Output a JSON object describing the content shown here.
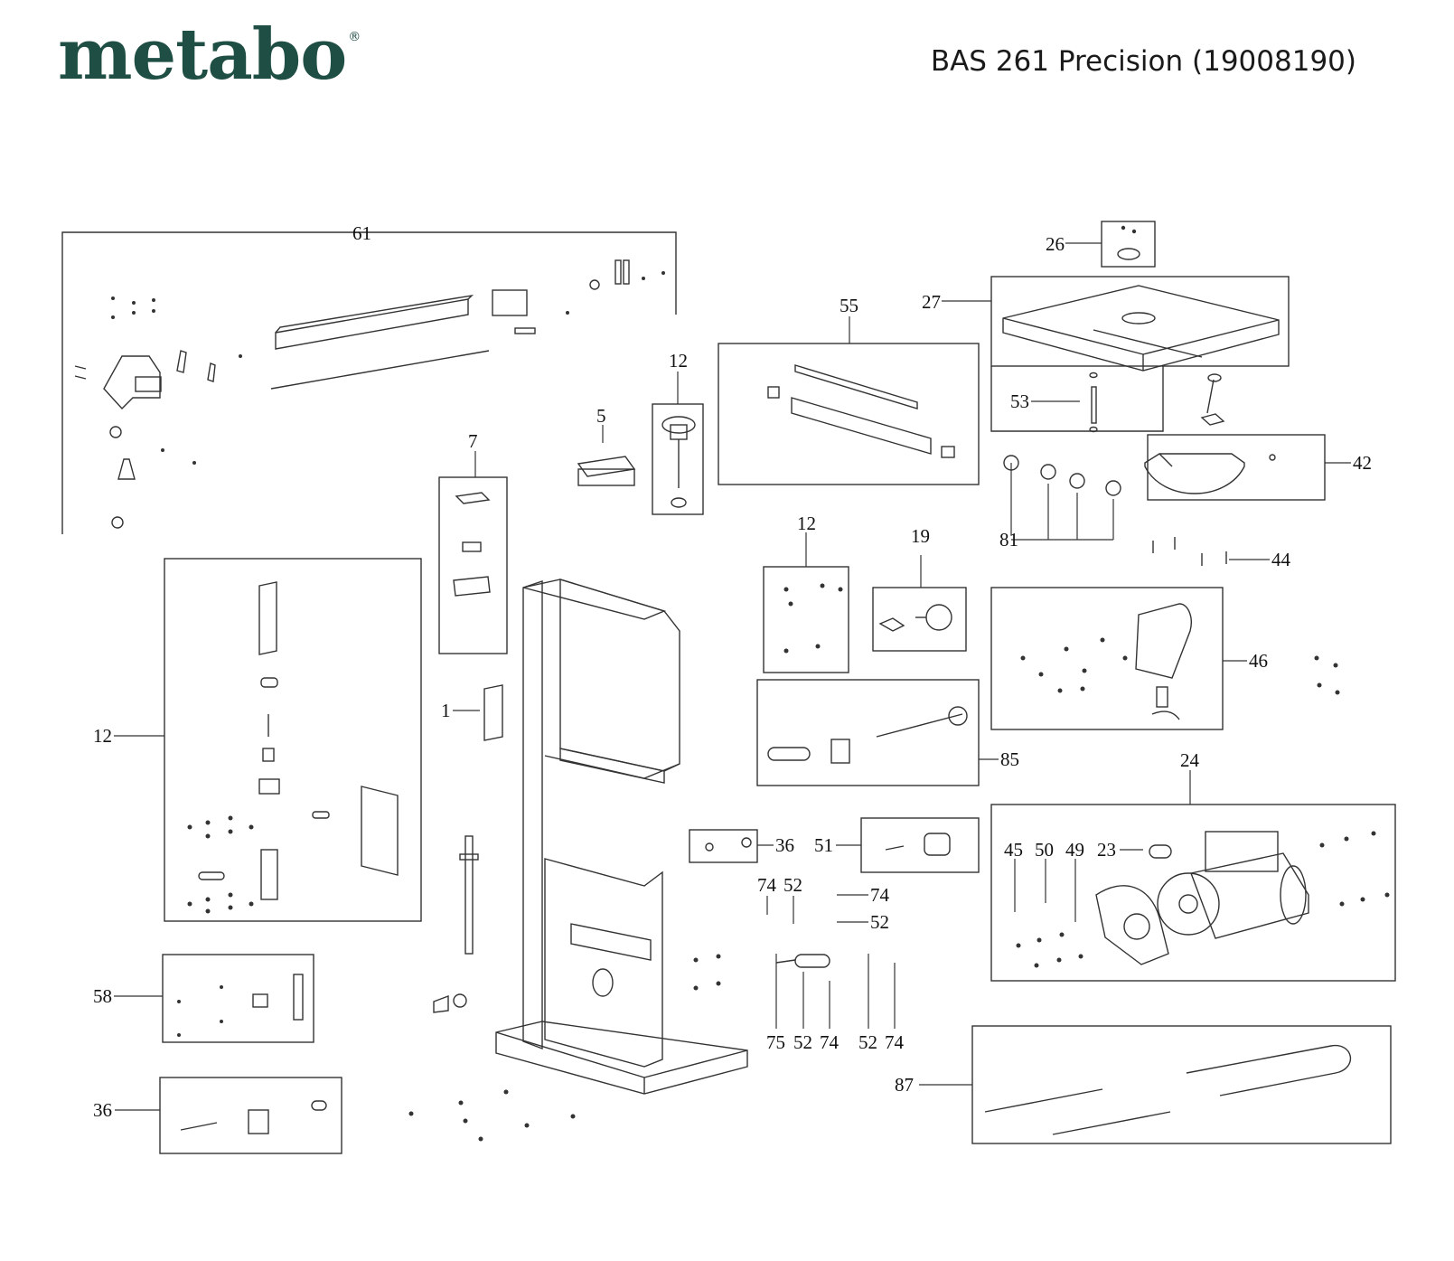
{
  "header": {
    "brand": "metabo",
    "registered": "®",
    "model_title": "BAS 261 Precision (19008190)"
  },
  "colors": {
    "brand": "#1f4f44",
    "line": "#333333"
  },
  "callouts": [
    "61",
    "26",
    "27",
    "55",
    "12",
    "5",
    "7",
    "53",
    "42",
    "81",
    "44",
    "12",
    "19",
    "46",
    "1",
    "12",
    "85",
    "24",
    "36",
    "51",
    "45",
    "50",
    "49",
    "23",
    "74",
    "52",
    "74",
    "52",
    "58",
    "75",
    "52",
    "74",
    "52",
    "74",
    "87",
    "36"
  ]
}
